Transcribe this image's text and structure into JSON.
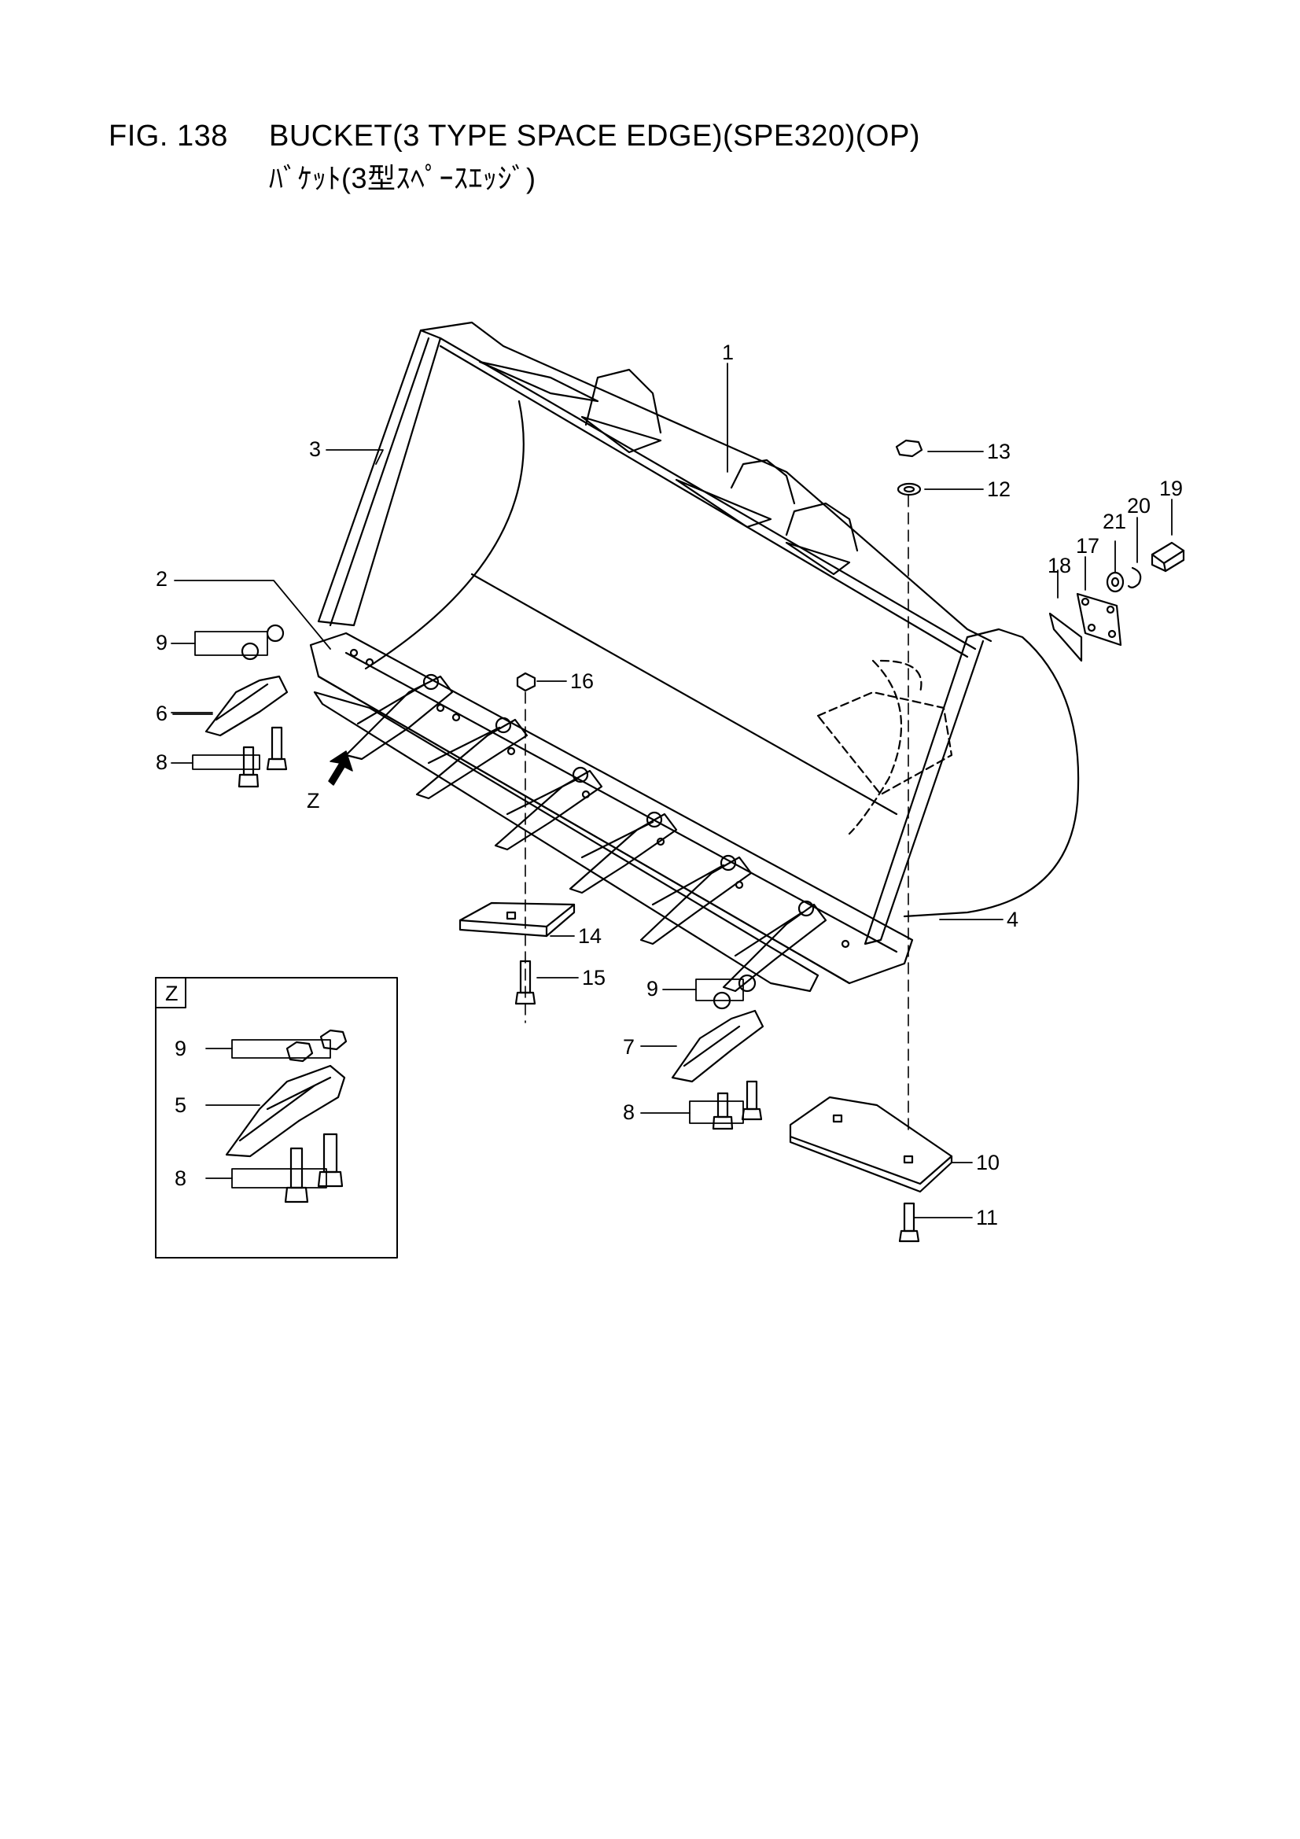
{
  "header": {
    "figure_number": "FIG. 138",
    "title": "BUCKET(3 TYPE SPACE EDGE)(SPE320)(OP)",
    "subtitle": "ﾊﾞｹｯﾄ(3型ｽﾍﾟｰｽｴｯｼﾞ)"
  },
  "callouts": {
    "c1": "1",
    "c2": "2",
    "c3": "3",
    "c4": "4",
    "c6": "6",
    "c7": "7",
    "c8a": "8",
    "c8b": "8",
    "c9a": "9",
    "c9b": "9",
    "c10": "10",
    "c11": "11",
    "c12": "12",
    "c13": "13",
    "c14": "14",
    "c15": "15",
    "c16": "16",
    "c17": "17",
    "c18": "18",
    "c19": "19",
    "c20": "20",
    "c21": "21",
    "view_z": "Z"
  },
  "detail_z": {
    "tag": "Z",
    "c9": "9",
    "c5": "5",
    "c8": "8"
  }
}
